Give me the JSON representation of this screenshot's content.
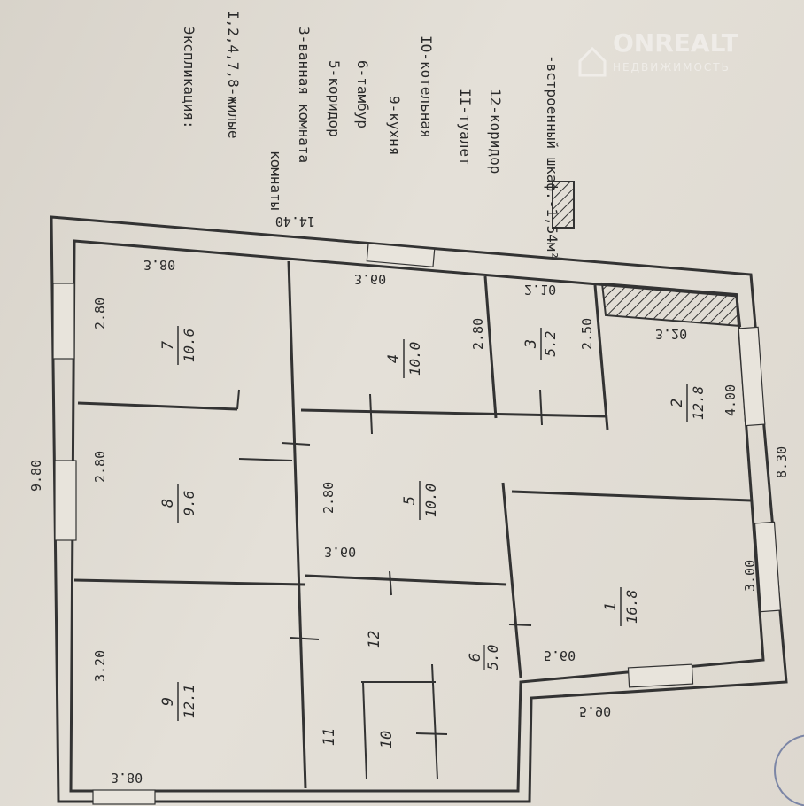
{
  "explication": {
    "title": "Экспликация:",
    "lines": [
      "I,2,4,7,8-жилые",
      "комнаты",
      "3-ванная комната",
      "5-коридор",
      "6-тамбур",
      "9-кухня",
      "IO-котельная",
      "II-туалет",
      "12-коридор"
    ],
    "legend_label": "-встроенный шкаф.-1,54м²"
  },
  "dimensions": {
    "overall_height": "9.80",
    "overall_width": "14.40",
    "right_height": "8.30",
    "d_7_h": "2.80",
    "d_7_w": "3.80",
    "d_8_h": "2.80",
    "d_9_h": "3.20",
    "d_9_w": "3.80",
    "d_4_w": "3.60",
    "d_4_h": "2.80",
    "d_3_w": "2.10",
    "d_3_h": "2.50",
    "d_2_w": "3.20",
    "d_2_h": "4.00",
    "d_5_h": "2.80",
    "d_5_w": "3.60",
    "d_1_h": "3.00",
    "d_1_w": "5.60",
    "d_bottom_w": "5.90"
  },
  "rooms": [
    {
      "no": "7",
      "area": "10.6"
    },
    {
      "no": "8",
      "area": "9.6"
    },
    {
      "no": "9",
      "area": "12.1"
    },
    {
      "no": "4",
      "area": "10.0"
    },
    {
      "no": "5",
      "area": "10.0"
    },
    {
      "no": "3",
      "area": "5.2"
    },
    {
      "no": "2",
      "area": "12.8"
    },
    {
      "no": "1",
      "area": "16.8"
    },
    {
      "no": "6",
      "area": "5.0"
    },
    {
      "no": "12"
    },
    {
      "no": "11"
    },
    {
      "no": "10"
    }
  ],
  "watermark": {
    "brand": "ONREALT",
    "sub": "НЕДВИЖИМОСТЬ"
  },
  "colors": {
    "paper": "#e2ded6",
    "ink": "#2a2a2a"
  }
}
